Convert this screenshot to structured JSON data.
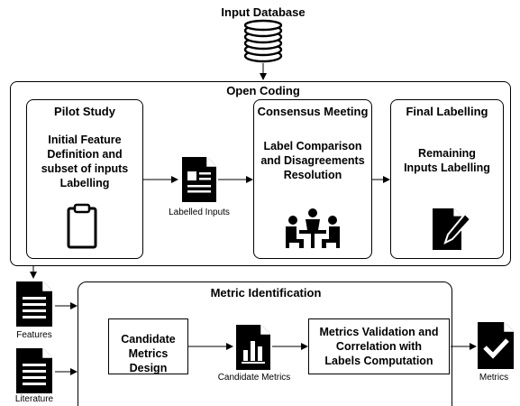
{
  "input_database": {
    "label": "Input Database",
    "icon": "database-icon"
  },
  "open_coding": {
    "title": "Open Coding",
    "pilot_study": {
      "title": "Pilot Study",
      "lines": [
        "Initial Feature",
        "Definition and",
        "subset of inputs",
        "Labelling"
      ],
      "icon": "clipboard-icon"
    },
    "labelled_inputs": {
      "label": "Labelled Inputs",
      "icon": "document-icon"
    },
    "consensus_meeting": {
      "title": "Consensus Meeting",
      "lines": [
        "Label Comparison",
        "and Disagreements",
        "Resolution"
      ],
      "icon": "meeting-people-icon"
    },
    "final_labelling": {
      "title": "Final Labelling",
      "lines": [
        "Remaining",
        "Inputs Labelling"
      ],
      "icon": "edit-document-icon"
    }
  },
  "features": {
    "label": "Features",
    "icon": "features-document-icon"
  },
  "literature": {
    "label": "Literature",
    "icon": "literature-document-icon"
  },
  "metric_identification": {
    "title": "Metric Identification",
    "candidate_design": {
      "lines": [
        "Candidate",
        "Metrics Design"
      ]
    },
    "candidate_metrics": {
      "label": "Candidate Metrics",
      "icon": "chart-document-icon"
    },
    "validation": {
      "lines": [
        "Metrics Validation and",
        "Correlation with",
        "Labels Computation"
      ]
    }
  },
  "metrics": {
    "label": "Metrics",
    "icon": "checkmark-document-icon"
  }
}
